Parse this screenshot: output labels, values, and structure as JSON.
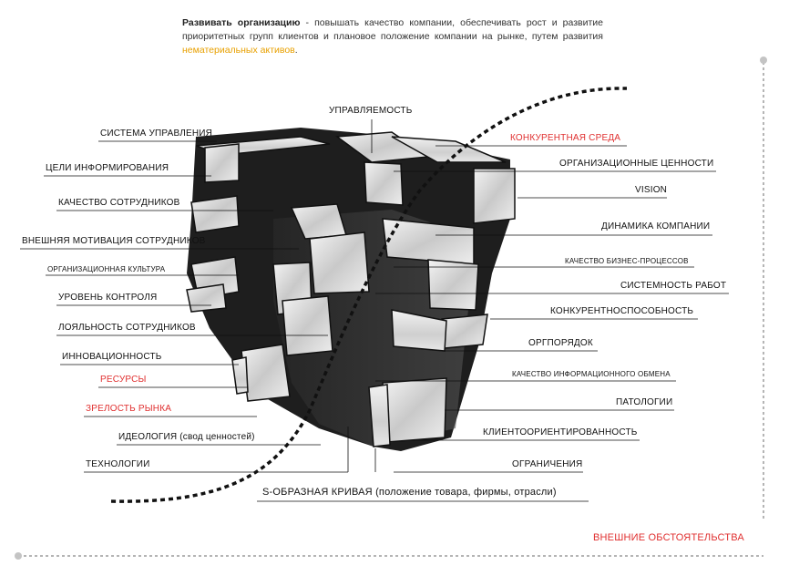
{
  "intro": {
    "bold": "Развивать организацию",
    "text": " - повышать качество компании, обеспечивать рост и развитие приоритетных групп клиентов и плановое положение компании на рынке, путем развития ",
    "highlight": "нематериальных активов",
    "end": "."
  },
  "top_label": "УПРАВЛЯЕМОСТЬ",
  "left_labels": [
    {
      "text": "СИСТЕМА УПРАВЛЕНИЯ",
      "color": "#111111"
    },
    {
      "text": "ЦЕЛИ ИНФОРМИРОВАНИЯ",
      "color": "#111111"
    },
    {
      "text": "КАЧЕСТВО СОТРУДНИКОВ",
      "color": "#111111"
    },
    {
      "text": "ВНЕШНЯЯ МОТИВАЦИЯ СОТРУДНИКОВ",
      "color": "#111111"
    },
    {
      "text": "ОРГАНИЗАЦИОННАЯ КУЛЬТУРА",
      "color": "#111111"
    },
    {
      "text": "УРОВЕНЬ КОНТРОЛЯ",
      "color": "#111111"
    },
    {
      "text": "ЛОЯЛЬНОСТЬ СОТРУДНИКОВ",
      "color": "#111111"
    },
    {
      "text": "ИННОВАЦИОННОСТЬ",
      "color": "#111111"
    },
    {
      "text": "РЕСУРСЫ",
      "color": "#e03030"
    },
    {
      "text": "ЗРЕЛОСТЬ РЫНКА",
      "color": "#e03030"
    },
    {
      "text": "ИДЕОЛОГИЯ (свод ценностей)",
      "color": "#111111"
    },
    {
      "text": "ТЕХНОЛОГИИ",
      "color": "#111111"
    }
  ],
  "right_labels": [
    {
      "text": "КОНКУРЕНТНАЯ СРЕДА",
      "color": "#e03030"
    },
    {
      "text": "ОРГАНИЗАЦИОННЫЕ ЦЕННОСТИ",
      "color": "#111111"
    },
    {
      "text": "VISION",
      "color": "#111111"
    },
    {
      "text": "ДИНАМИКА КОМПАНИИ",
      "color": "#111111"
    },
    {
      "text": "КАЧЕСТВО БИЗНЕС-ПРОЦЕССОВ",
      "color": "#111111"
    },
    {
      "text": "СИСТЕМНОСТЬ РАБОТ",
      "color": "#111111"
    },
    {
      "text": "КОНКУРЕНТНОСПОСОБНОСТЬ",
      "color": "#111111"
    },
    {
      "text": "ОРГПОРЯДОК",
      "color": "#111111"
    },
    {
      "text": "КАЧЕСТВО ИНФОРМАЦИОННОГО ОБМЕНА",
      "color": "#111111"
    },
    {
      "text": "ПАТОЛОГИИ",
      "color": "#111111"
    },
    {
      "text": "КЛИЕНТООРИЕНТИРОВАННОСТЬ",
      "color": "#111111"
    },
    {
      "text": "ОГРАНИЧЕНИЯ",
      "color": "#111111"
    }
  ],
  "bottom_label": "S-ОБРАЗНАЯ КРИВАЯ (положение товара, фирмы, отрасли)",
  "external_label": "ВНЕШНИЕ ОБСТОЯТЕЛЬСТВА",
  "accent_red": "#e03030",
  "accent_orange": "#e8a000"
}
